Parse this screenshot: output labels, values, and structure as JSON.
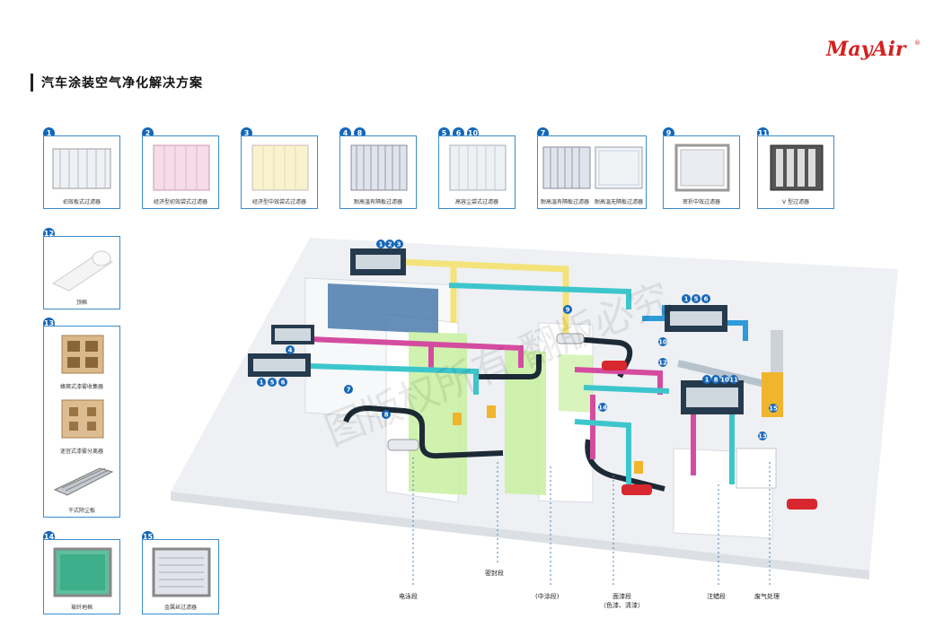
{
  "brand": {
    "logo_text": "MayAir",
    "registered": "®"
  },
  "page_title": "汽车涂装空气净化解决方案",
  "products": [
    {
      "badges": [
        "1"
      ],
      "caption": "初效板式过滤器"
    },
    {
      "badges": [
        "2"
      ],
      "caption": "经济型初效袋式过滤器"
    },
    {
      "badges": [
        "3"
      ],
      "caption": "经济型中效袋式过滤器"
    },
    {
      "badges": [
        "4",
        "8"
      ],
      "caption": "耐高温有隔板过滤器"
    },
    {
      "badges": [
        "5",
        "6",
        "10"
      ],
      "caption": "高容尘袋式过滤器"
    },
    {
      "badges": [
        "7"
      ],
      "caption": "耐高温有隔板过滤器",
      "caption2": "耐高温无隔板过滤器"
    },
    {
      "badges": [
        "9"
      ],
      "caption": "密折中效过滤器"
    },
    {
      "badges": [
        "11"
      ],
      "caption": "V 型过滤器"
    },
    {
      "badges": [
        "12"
      ],
      "caption": "顶棉"
    },
    {
      "badges": [
        "13"
      ],
      "caption": "蜂窝式漆雾收集器",
      "caption2": "迷宫式漆雾分离器",
      "caption3": "干式除尘板"
    },
    {
      "badges": [
        "14"
      ],
      "caption": "玻纤地棉"
    },
    {
      "badges": [
        "15"
      ],
      "caption": "金属丝过滤器"
    }
  ],
  "diagram_labels": {
    "ahu_top": [
      "1",
      "2",
      "3"
    ],
    "ahu_left": [
      "1",
      "5",
      "6"
    ],
    "ahu_right": [
      "1",
      "5",
      "6"
    ],
    "ahu_right2": [
      "1",
      "8",
      "10",
      "11"
    ],
    "n4": "4",
    "n7": "7",
    "n8": "8",
    "n9": "9",
    "n10": "10",
    "n12": "12",
    "n13": "13",
    "n14": "14",
    "n15": "15"
  },
  "stages": {
    "electro": "电泳段",
    "seal": "密封段",
    "mid": "(中涂段)",
    "top": "面漆段",
    "top_sub": "（色漆、清漆）",
    "wax": "注蜡段",
    "exhaust": "废气处理"
  },
  "watermark": "图版权所有 翻版必究",
  "colors": {
    "accent": "#1466b8",
    "frame": "#3a8ccc",
    "duct_yellow": "#f3e37a",
    "duct_cyan": "#3cc6cc",
    "duct_pink": "#d44ca0",
    "duct_blue": "#2e9ad8",
    "zone_green": "#c8f0a0"
  }
}
